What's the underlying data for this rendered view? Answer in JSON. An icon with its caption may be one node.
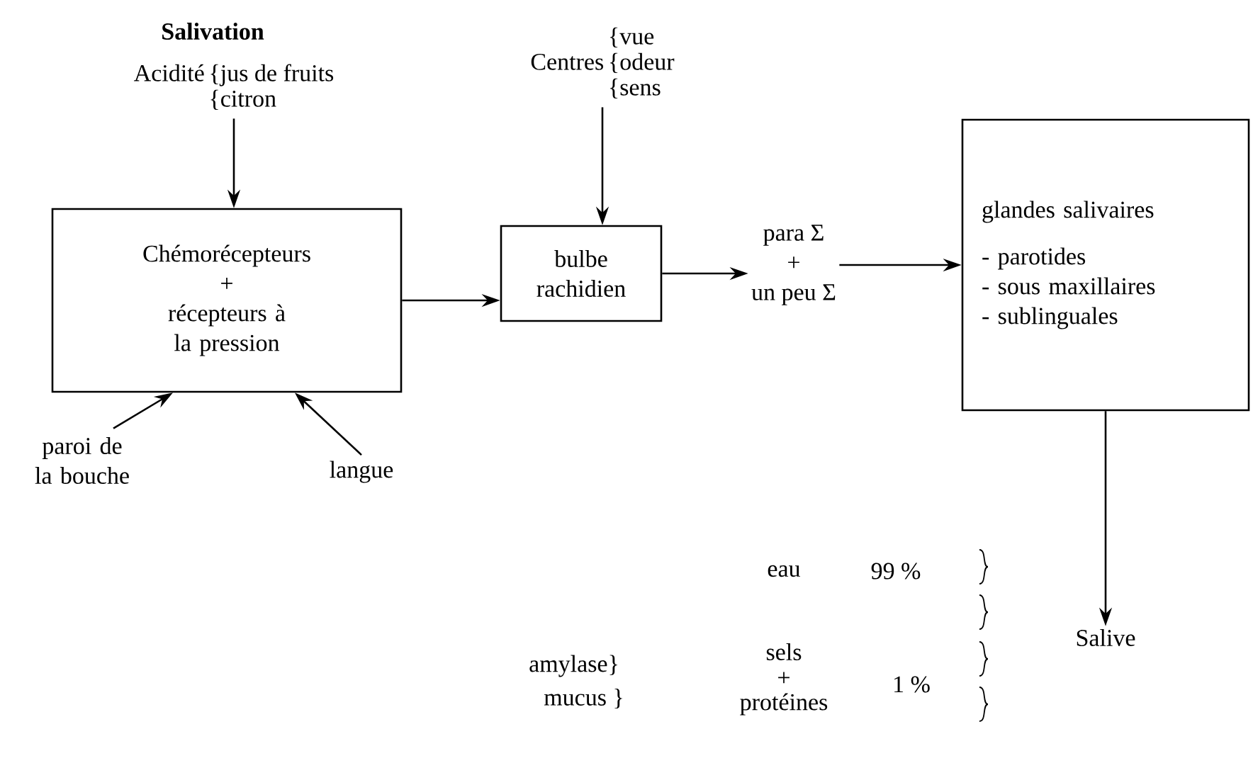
{
  "diagram": {
    "title": "Salivation",
    "nodes": [
      {
        "text": [
          "Acidité",
          "{jus de fruits",
          "{citron"
        ]
      },
      {
        "text": [
          "Centres",
          "{vue",
          "{odeur",
          "{sens"
        ]
      },
      {
        "text": [
          "Chémorécepteurs",
          "+",
          "récepteurs à la pression"
        ]
      },
      {
        "text": [
          "bulbe rachidien"
        ]
      },
      {
        "text": [
          "para Σ",
          "+",
          "un peu Σ"
        ]
      },
      {
        "text": [
          "glandes salivaires",
          "- parotides",
          "- sous maxillaires",
          "- sublinguales"
        ]
      },
      {
        "text": [
          "paroi de la bouche"
        ]
      },
      {
        "text": [
          "langue"
        ]
      },
      {
        "text": [
          "Salive"
        ]
      }
    ],
    "edges": [
      {
        "from": 0,
        "to": 2,
        "arrow": "to"
      },
      {
        "from": 1,
        "to": 3,
        "arrow": "to"
      },
      {
        "from": 6,
        "to": 2,
        "arrow": "to"
      },
      {
        "from": 7,
        "to": 2,
        "arrow": "to"
      },
      {
        "from": 2,
        "to": 3,
        "arrow": "to"
      },
      {
        "from": 3,
        "to": 4,
        "arrow": "to"
      },
      {
        "from": 4,
        "to": 5,
        "arrow": "to"
      },
      {
        "from": 5,
        "to": 8,
        "arrow": "to"
      }
    ],
    "labels": [
      "eau",
      "99 %",
      "sels",
      "+",
      "protéines",
      "1 %",
      "amylase}",
      "mucus }"
    ]
  }
}
